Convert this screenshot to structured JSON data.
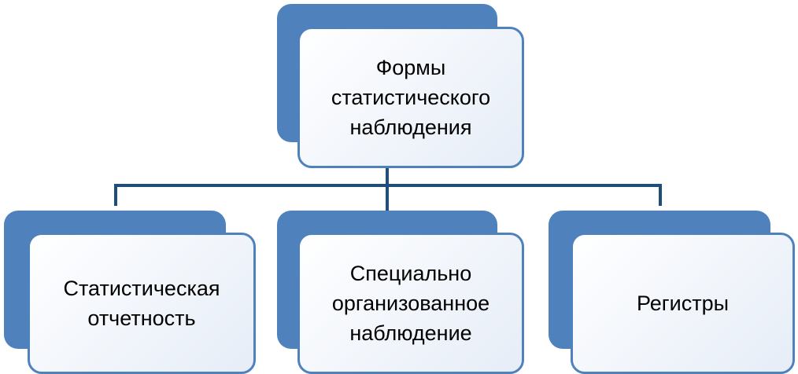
{
  "diagram": {
    "root": {
      "label": "Формы\nстатистического\nнаблюдения"
    },
    "children": [
      {
        "label": "Статистическая\nотчетность"
      },
      {
        "label": "Специально\nорганизованное\nнаблюдение"
      },
      {
        "label": "Регистры"
      }
    ]
  },
  "colors": {
    "accent": "#4f81bd",
    "node_fill_light": "#ffffff",
    "node_fill_dark": "#e6edf7",
    "connector": "#1f4e79",
    "text": "#000000"
  }
}
